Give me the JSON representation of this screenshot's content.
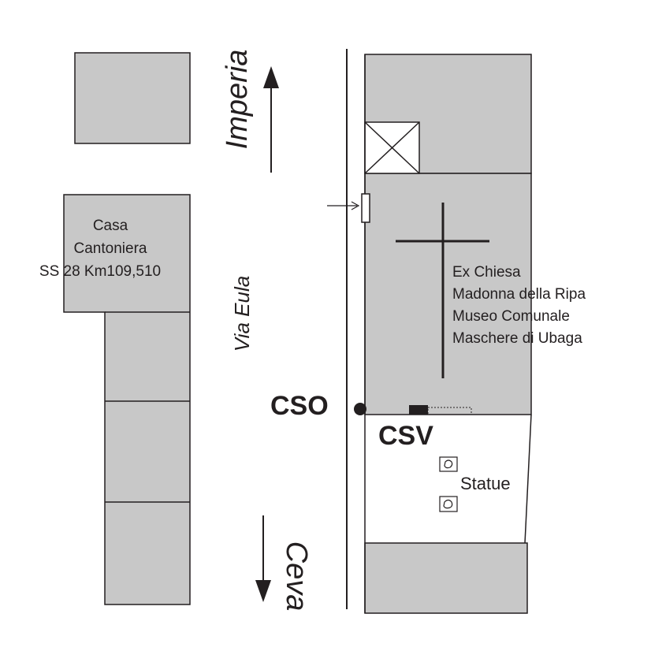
{
  "colors": {
    "block_fill": "#c8c8c8",
    "ink": "#231f20",
    "background": "#ffffff"
  },
  "directions": {
    "north": "Imperia",
    "south": "Ceva"
  },
  "street": "Via Eula",
  "casa_cantoniera": {
    "line1": "Casa",
    "line2": "Cantoniera",
    "line3": "SS 28 Km109,510"
  },
  "church": {
    "line1": "Ex Chiesa",
    "line2": "Madonna della Ripa",
    "line3": "Museo Comunale",
    "line4": "Maschere di Ubaga"
  },
  "markers": {
    "cso": "CSO",
    "csv": "CSV",
    "statue": "Statue"
  },
  "icons": [
    "arrow-north-icon",
    "arrow-south-icon",
    "cross-icon",
    "pointer-arrow-icon",
    "crossed-box-icon",
    "statue-icon"
  ]
}
